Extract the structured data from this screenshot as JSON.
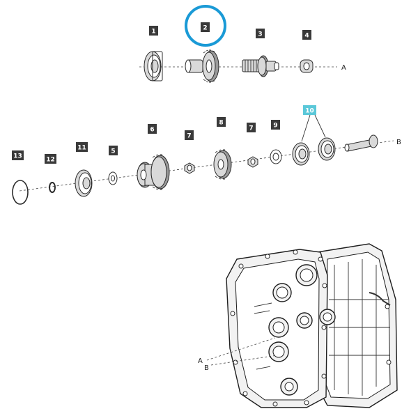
{
  "callouts": [
    {
      "id": "c1",
      "text": "1"
    },
    {
      "id": "c2",
      "text": "2"
    },
    {
      "id": "c3",
      "text": "3"
    },
    {
      "id": "c4",
      "text": "4"
    },
    {
      "id": "c6",
      "text": "6"
    },
    {
      "id": "c7a",
      "text": "7"
    },
    {
      "id": "c8",
      "text": "8"
    },
    {
      "id": "c7b",
      "text": "7"
    },
    {
      "id": "c9",
      "text": "9"
    },
    {
      "id": "c10",
      "text": "10"
    },
    {
      "id": "c13",
      "text": "13"
    },
    {
      "id": "c12",
      "text": "12"
    },
    {
      "id": "c11",
      "text": "11"
    },
    {
      "id": "c5",
      "text": "5"
    }
  ],
  "axis_labels": {
    "a_top": "A",
    "b_mid": "B",
    "a_housing": "A",
    "b_housing": "B"
  },
  "colors": {
    "callout_bg": "#3a3a3a",
    "callout_highlight_bg": "#5bc8d9",
    "highlight_ring": "#1a9ad6"
  },
  "highlighted_part": "2"
}
